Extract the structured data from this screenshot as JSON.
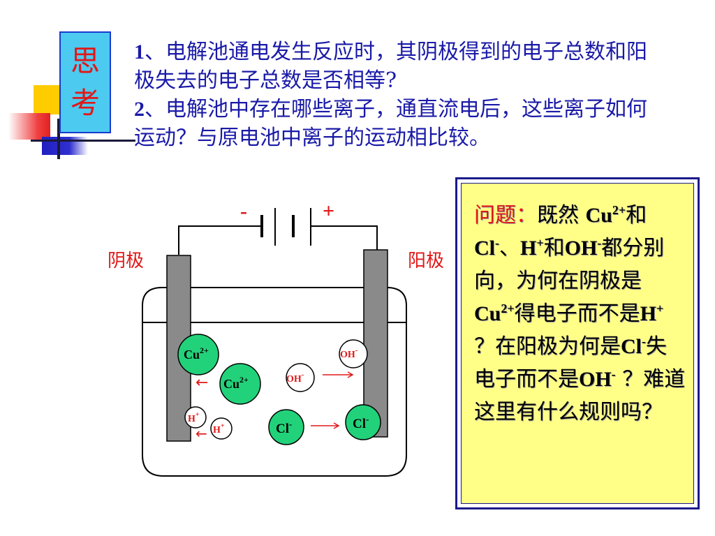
{
  "think_box": {
    "char1": "思",
    "char2": "考"
  },
  "questions": {
    "q1_num": "1",
    "q1_text": "、电解池通电发生反应时，其阴极得到的电子总数和阳极失去的电子总数是否相等?",
    "q2_num": "2",
    "q2_text": "、电解池中存在哪些离子，通直流电后，这些离子如何运动？与原电池中离子的运动相比较。"
  },
  "diagram": {
    "cathode_label": "阴极",
    "anode_label": "阳极",
    "minus_sign": "-",
    "plus_sign": "+",
    "arrow_left": "←",
    "ions": {
      "cu_large_1": "Cu",
      "cu_large_1_charge": "2+",
      "cu_large_2": "Cu",
      "cu_large_2_charge": "2+",
      "oh_1": "OH",
      "oh_1_charge": "-",
      "oh_2": "OH",
      "oh_2_charge": "-",
      "h_1": "H",
      "h_1_charge": "+",
      "h_2": "H",
      "h_2_charge": "+",
      "cl_1": "Cl",
      "cl_1_charge": "-",
      "cl_2": "Cl",
      "cl_2_charge": "-"
    }
  },
  "problem": {
    "label": "问题：",
    "t1": "既然",
    "cu": "Cu",
    "cu_charge": "2+",
    "t2": "和",
    "cl": "Cl",
    "cl_charge": "-",
    "t3": "、",
    "h": "H",
    "h_charge": "+",
    "t4": "和",
    "oh": "OH",
    "oh_charge": "-",
    "t5": "都分别向，为何在阴极是",
    "cu2": "Cu",
    "cu2_charge": "2+",
    "t6": "得电子而不是",
    "h2": "H",
    "h2_charge": "+",
    "t7": " ？在阳极为何是",
    "cl2": "Cl",
    "cl2_charge": "-",
    "t8": "失电子而不是",
    "oh2": "OH",
    "oh2_charge": "-",
    "t9": " ？难道这里有什么规则吗？"
  },
  "colors": {
    "title_text": "#1a1aa8",
    "accent_red": "#e01818",
    "think_bg": "#4dcaf0",
    "ion_green": "#22d27a",
    "problem_bg": "#ffff88",
    "electrode_gray": "#8a8a8a"
  }
}
